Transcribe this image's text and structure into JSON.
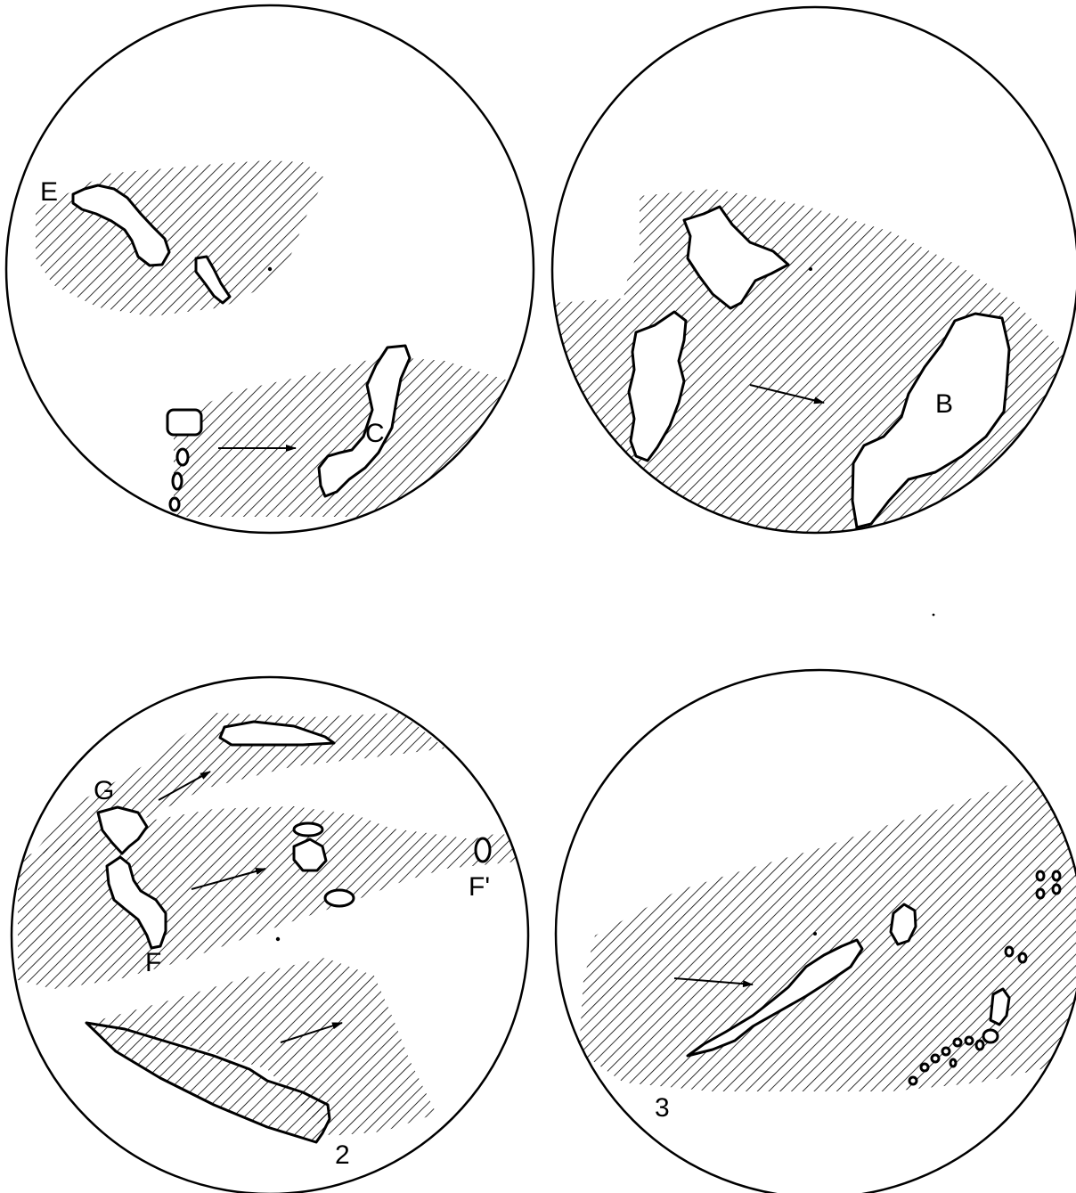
{
  "figure": {
    "panels": [
      {
        "name": "top-left",
        "labels": [
          "E",
          "C"
        ]
      },
      {
        "name": "top-right",
        "labels": [
          "B"
        ]
      },
      {
        "name": "bottom-left",
        "labels": [
          "G",
          "F",
          "F'",
          "2"
        ]
      },
      {
        "name": "bottom-right",
        "labels": [
          "3"
        ]
      }
    ]
  }
}
